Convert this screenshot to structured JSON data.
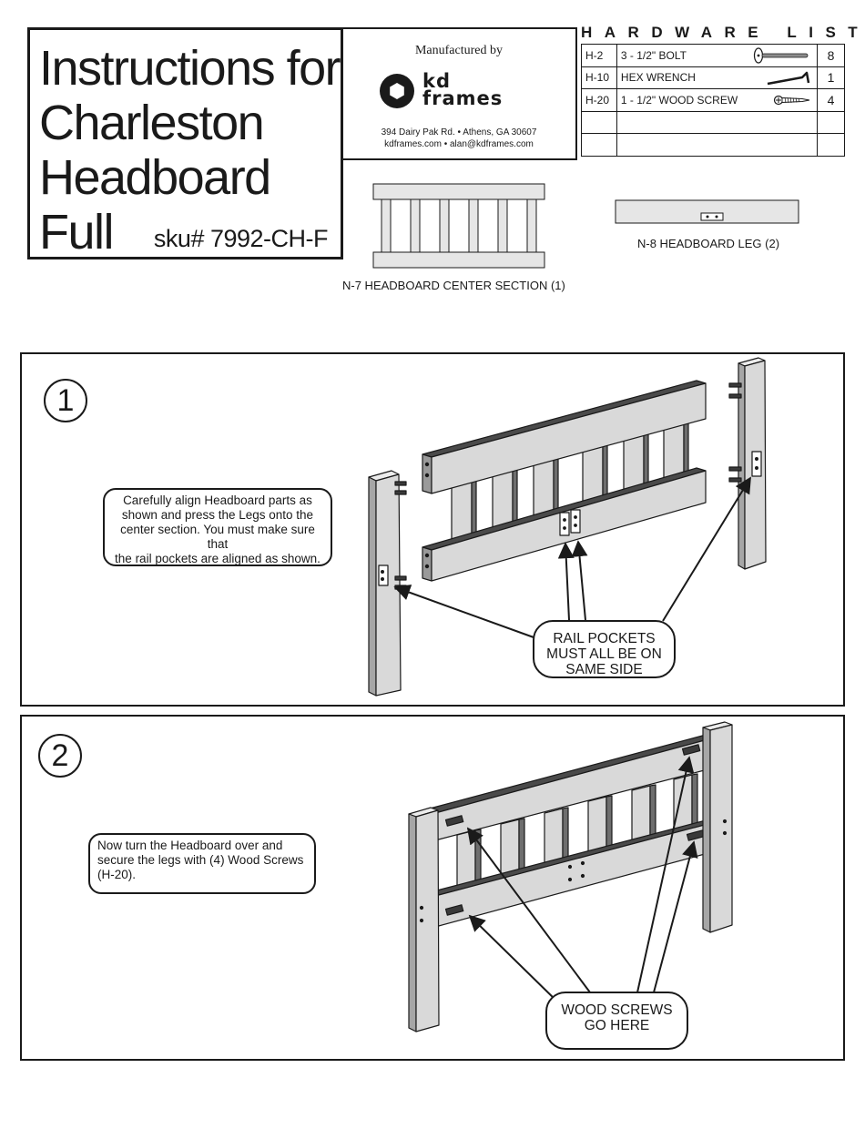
{
  "title": {
    "main": "Instructions for\nCharleston\nHeadboard\nFull",
    "sku": "sku# 7992-CH-F"
  },
  "manufacturer": {
    "by": "Manufactured by",
    "logo_line1": "kd",
    "logo_line2": "frames",
    "address": "394 Dairy Pak Rd. • Athens, GA  30607",
    "contact": "kdframes.com • alan@kdframes.com",
    "logo_icon": "hex-nut-icon"
  },
  "hardware": {
    "title": "HARDWARE LIST",
    "items": [
      {
        "code": "H-2",
        "desc": "3 - 1/2\" BOLT",
        "qty": "8",
        "icon": "bolt-icon"
      },
      {
        "code": "H-10",
        "desc": "HEX WRENCH",
        "qty": "1",
        "icon": "hex-wrench-icon"
      },
      {
        "code": "H-20",
        "desc": "1 - 1/2\" WOOD SCREW",
        "qty": "4",
        "icon": "wood-screw-icon"
      },
      {
        "code": "",
        "desc": "",
        "qty": ""
      },
      {
        "code": "",
        "desc": "",
        "qty": ""
      }
    ]
  },
  "parts": {
    "n7": "N-7  HEADBOARD CENTER SECTION (1)",
    "n8": "N-8  HEADBOARD LEG (2)"
  },
  "step1": {
    "number": "1",
    "text": "Carefully align Headboard parts as\nshown and press the Legs onto the\ncenter section.  You must make sure that\nthe rail pockets are aligned as shown.",
    "callout": "RAIL POCKETS\nMUST ALL BE ON\nSAME SIDE"
  },
  "step2": {
    "number": "2",
    "text": "Now turn the Headboard over and\nsecure the legs with (4) Wood Screws\n(H-20).",
    "callout": "WOOD SCREWS\nGO HERE"
  },
  "colors": {
    "line": "#1a1a1a",
    "wood": "#d9d9d9",
    "wood_dark": "#a6a6a6",
    "wood_shadow": "#6e6e6e"
  }
}
